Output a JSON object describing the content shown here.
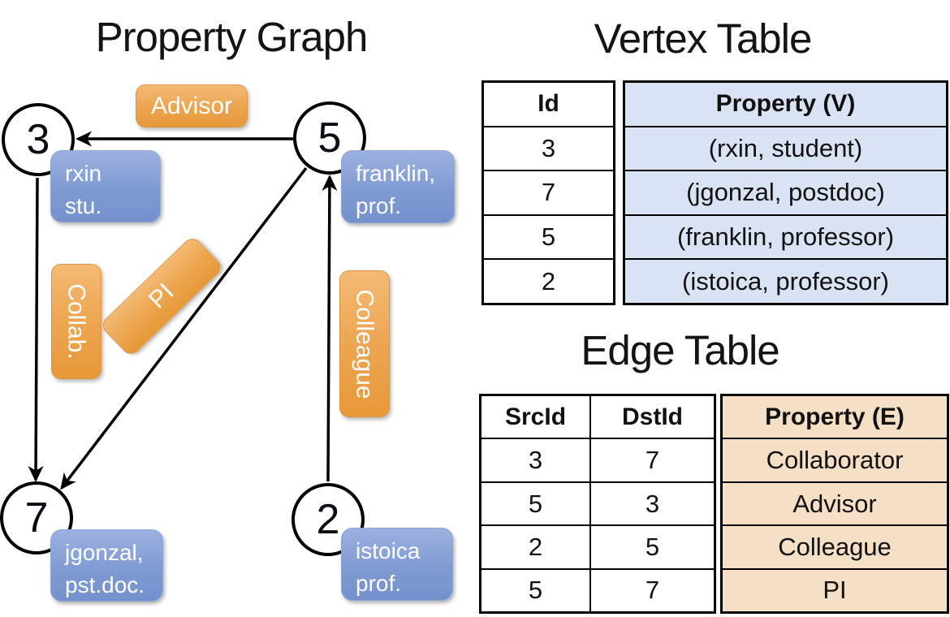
{
  "graph": {
    "title": "Property Graph",
    "nodes": [
      {
        "id": "3",
        "label_lines": [
          "rxin",
          "stu."
        ]
      },
      {
        "id": "5",
        "label_lines": [
          "franklin,",
          "prof."
        ]
      },
      {
        "id": "7",
        "label_lines": [
          "jgonzal,",
          "pst.doc."
        ]
      },
      {
        "id": "2",
        "label_lines": [
          "istoica",
          "prof."
        ]
      }
    ],
    "edge_labels": {
      "advisor": "Advisor",
      "collab": "Collab.",
      "pi": "PI",
      "colleague": "Colleague"
    }
  },
  "vertex_table": {
    "title": "Vertex Table",
    "columns": [
      "Id",
      "Property (V)"
    ],
    "rows": [
      [
        "3",
        "(rxin, student)"
      ],
      [
        "7",
        "(jgonzal, postdoc)"
      ],
      [
        "5",
        "(franklin, professor)"
      ],
      [
        "2",
        "(istoica, professor)"
      ]
    ]
  },
  "edge_table": {
    "title": "Edge Table",
    "columns": [
      "SrcId",
      "DstId",
      "Property (E)"
    ],
    "rows": [
      [
        "3",
        "7",
        "Collaborator"
      ],
      [
        "5",
        "3",
        "Advisor"
      ],
      [
        "2",
        "5",
        "Colleague"
      ],
      [
        "5",
        "7",
        "PI"
      ]
    ]
  },
  "colors": {
    "edge_label_orange": "#ECA44E",
    "vertex_label_blue": "#8099D3",
    "vertex_property_bg": "#DAE3F3",
    "edge_property_bg": "#F5DFC5",
    "line_black": "#000000"
  }
}
